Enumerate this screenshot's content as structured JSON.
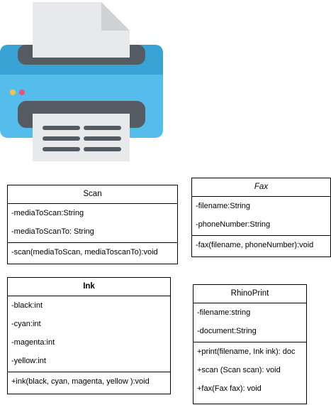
{
  "printer_icon": {
    "name": "printer-icon",
    "colors": {
      "paper": "#e8e9ea",
      "paper_fold": "#cfd2d4",
      "body_top": "#3aa3d6",
      "body": "#55bdec",
      "slot": "#555b62",
      "text_lines": "#555b62",
      "led_yellow": "#f6c243",
      "led_pink": "#e8537a"
    }
  },
  "classes": {
    "scan": {
      "name": "Scan",
      "attributes": [
        "-mediaToScan:String",
        "-mediaToScanTo: String"
      ],
      "operations": [
        "-scan(mediaToScan, mediaToscanTo):void"
      ]
    },
    "fax": {
      "name": "Fax",
      "attributes": [
        "-filename:String",
        "-phoneNumber:String"
      ],
      "operations": [
        "-fax(filename, phoneNumber):void"
      ]
    },
    "ink": {
      "name": "Ink",
      "attributes": [
        "-black:int",
        "-cyan:int",
        "-magenta:int",
        "-yellow:int"
      ],
      "operations": [
        "+ink(black, cyan, magenta, yellow ):void"
      ]
    },
    "rhinoprint": {
      "name": "RhinoPrint",
      "attributes": [
        "-filename:string",
        "-document:String"
      ],
      "operations": [
        "+print(filename, Ink ink): doc",
        "+scan (Scan scan): void",
        "+fax(Fax fax): void"
      ]
    }
  }
}
